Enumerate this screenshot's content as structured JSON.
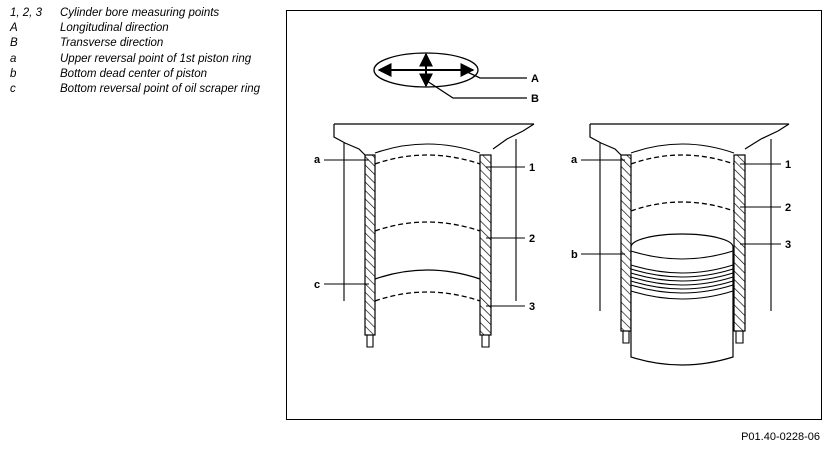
{
  "legend": [
    {
      "key": "1, 2, 3",
      "text": "Cylinder bore measuring points"
    },
    {
      "key": "A",
      "text": "Longitudinal direction"
    },
    {
      "key": "B",
      "text": "Transverse direction"
    },
    {
      "key": "a",
      "text": "Upper reversal point of 1st piston ring"
    },
    {
      "key": "b",
      "text": "Bottom dead center of piston"
    },
    {
      "key": "c",
      "text": "Bottom reversal point of oil scraper ring"
    }
  ],
  "diagram": {
    "direction_labels": {
      "A": "A",
      "B": "B"
    },
    "left_cylinder": {
      "a": "a",
      "c": "c",
      "p1": "1",
      "p2": "2",
      "p3": "3"
    },
    "right_cylinder": {
      "a": "a",
      "b": "b",
      "p1": "1",
      "p2": "2",
      "p3": "3"
    }
  },
  "figure_ref": "P01.40-0228-06"
}
